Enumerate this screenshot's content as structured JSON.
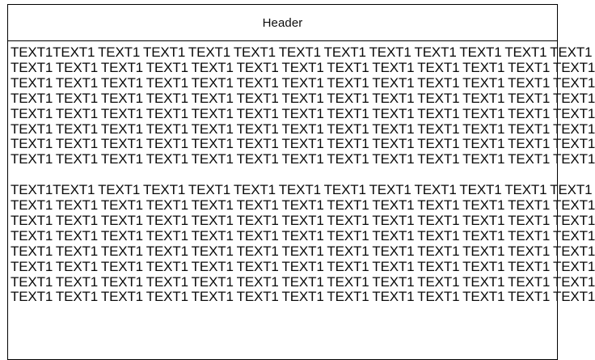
{
  "document": {
    "header": {
      "title": "Header"
    },
    "body": {
      "token": "TEXT1",
      "tokens_per_line": 13,
      "lines_per_block": 8,
      "blocks": [
        {
          "lines": [
            "TEXT1TEXT1 TEXT1 TEXT1 TEXT1 TEXT1 TEXT1 TEXT1 TEXT1 TEXT1 TEXT1 TEXT1 TEXT1",
            "TEXT1 TEXT1 TEXT1 TEXT1 TEXT1 TEXT1 TEXT1 TEXT1 TEXT1 TEXT1 TEXT1 TEXT1 TEXT1",
            "TEXT1 TEXT1 TEXT1 TEXT1 TEXT1 TEXT1 TEXT1 TEXT1 TEXT1 TEXT1 TEXT1 TEXT1 TEXT1",
            "TEXT1 TEXT1 TEXT1 TEXT1 TEXT1 TEXT1 TEXT1 TEXT1 TEXT1 TEXT1 TEXT1 TEXT1 TEXT1",
            "TEXT1 TEXT1 TEXT1 TEXT1 TEXT1 TEXT1 TEXT1 TEXT1 TEXT1 TEXT1 TEXT1 TEXT1 TEXT1",
            "TEXT1 TEXT1 TEXT1 TEXT1 TEXT1 TEXT1 TEXT1 TEXT1 TEXT1 TEXT1 TEXT1 TEXT1 TEXT1",
            "TEXT1 TEXT1 TEXT1 TEXT1 TEXT1 TEXT1 TEXT1 TEXT1 TEXT1 TEXT1 TEXT1 TEXT1 TEXT1",
            "TEXT1 TEXT1 TEXT1 TEXT1 TEXT1 TEXT1 TEXT1 TEXT1 TEXT1 TEXT1 TEXT1 TEXT1 TEXT1"
          ]
        },
        {
          "lines": [
            "TEXT1TEXT1 TEXT1 TEXT1 TEXT1 TEXT1 TEXT1 TEXT1 TEXT1 TEXT1 TEXT1 TEXT1 TEXT1",
            "TEXT1 TEXT1 TEXT1 TEXT1 TEXT1 TEXT1 TEXT1 TEXT1 TEXT1 TEXT1 TEXT1 TEXT1 TEXT1",
            "TEXT1 TEXT1 TEXT1 TEXT1 TEXT1 TEXT1 TEXT1 TEXT1 TEXT1 TEXT1 TEXT1 TEXT1 TEXT1",
            "TEXT1 TEXT1 TEXT1 TEXT1 TEXT1 TEXT1 TEXT1 TEXT1 TEXT1 TEXT1 TEXT1 TEXT1 TEXT1",
            "TEXT1 TEXT1 TEXT1 TEXT1 TEXT1 TEXT1 TEXT1 TEXT1 TEXT1 TEXT1 TEXT1 TEXT1 TEXT1",
            "TEXT1 TEXT1 TEXT1 TEXT1 TEXT1 TEXT1 TEXT1 TEXT1 TEXT1 TEXT1 TEXT1 TEXT1 TEXT1",
            "TEXT1 TEXT1 TEXT1 TEXT1 TEXT1 TEXT1 TEXT1 TEXT1 TEXT1 TEXT1 TEXT1 TEXT1 TEXT1",
            "TEXT1 TEXT1 TEXT1 TEXT1 TEXT1 TEXT1 TEXT1 TEXT1 TEXT1 TEXT1 TEXT1 TEXT1 TEXT1"
          ]
        }
      ]
    }
  },
  "colors": {
    "border": "#000000",
    "text": "#0a0a0a",
    "background": "#ffffff"
  }
}
